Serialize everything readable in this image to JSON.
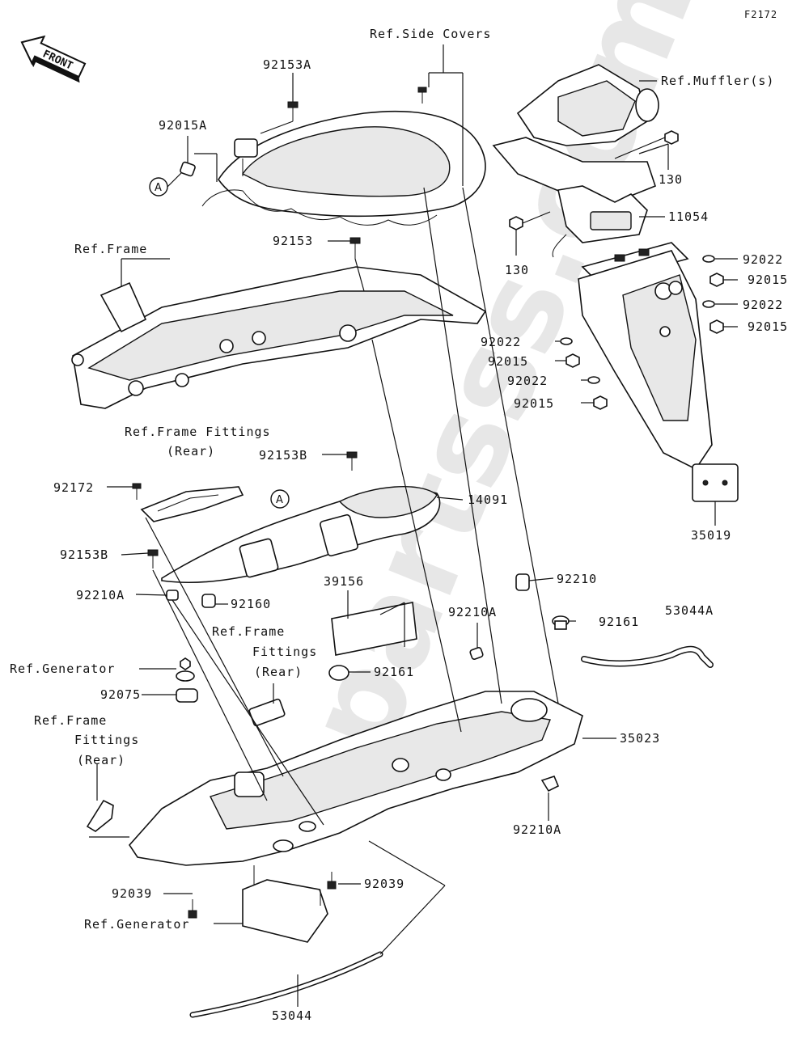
{
  "diagram_code": "F2172",
  "front_arrow_label": "FRONT",
  "callout_letter": "A",
  "watermark": "partsss.com",
  "labels": {
    "ref_side_covers": "Ref.Side Covers",
    "p92153A": "92153A",
    "p92015A": "92015A",
    "ref_muffler": "Ref.Muffler(s)",
    "p130_top": "130",
    "p11054": "11054",
    "p130_left": "130",
    "ref_frame": "Ref.Frame",
    "p92153_mid": "92153",
    "p92022_a": "92022",
    "p92015_a": "92015",
    "p92022_b": "92022",
    "p92015_b": "92015",
    "p92022_c": "92022",
    "p92015_c": "92015",
    "p92022_d": "92022",
    "p92015_d": "92015",
    "ref_frame_fittings_1": "Ref.Frame Fittings",
    "rear_1": "(Rear)",
    "p92153B_top": "92153B",
    "p92172": "92172",
    "p14091": "14091",
    "p35019": "35019",
    "p92153B_left": "92153B",
    "p92210": "92210",
    "p39156": "39156",
    "p92210A_left": "92210A",
    "p92160": "92160",
    "ref_frame_fittings_2": "Ref.Frame",
    "fittings_2": "Fittings",
    "rear_2": "(Rear)",
    "p92210A_mid": "92210A",
    "p92161_right": "92161",
    "p53044A": "53044A",
    "ref_generator_1": "Ref.Generator",
    "p92161_mid": "92161",
    "p92075": "92075",
    "ref_frame_fittings_3": "Ref.Frame",
    "fittings_3": "Fittings",
    "rear_3": "(Rear)",
    "p35023": "35023",
    "p92210A_bottom": "92210A",
    "p92039_left": "92039",
    "p92039_right": "92039",
    "ref_generator_2": "Ref.Generator",
    "p53044": "53044"
  }
}
